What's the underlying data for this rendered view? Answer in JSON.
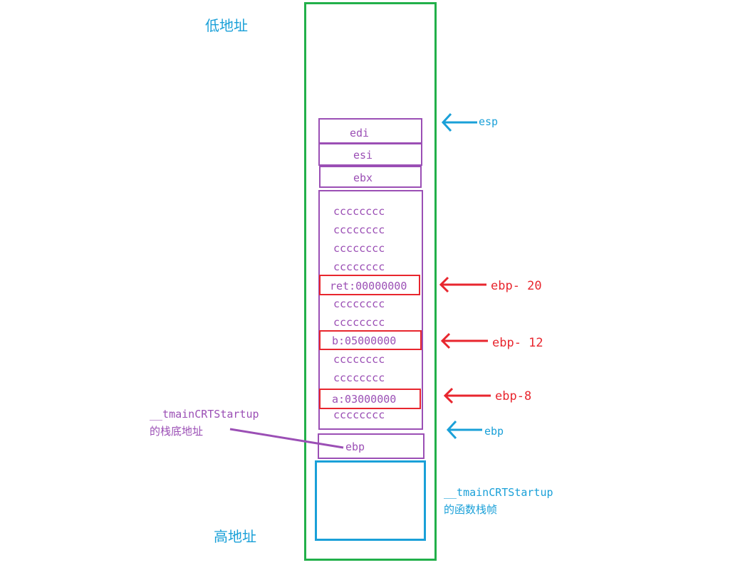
{
  "labels": {
    "low_address": "低地址",
    "high_address": "高地址"
  },
  "registers": {
    "edi": "edi",
    "esi": "esi",
    "ebx": "ebx"
  },
  "stack_cells": [
    "cccccccc",
    "cccccccc",
    "cccccccc",
    "cccccccc",
    "ret:00000000",
    "cccccccc",
    "cccccccc",
    "b:05000000",
    "cccccccc",
    "cccccccc",
    "a:03000000",
    "cccccccc"
  ],
  "ebp_box": "ebp",
  "pointers": {
    "esp": "esp",
    "ebp_minus_20": "ebp- 20",
    "ebp_minus_12": "ebp- 12",
    "ebp_minus_8": "ebp-8",
    "ebp": "ebp"
  },
  "annotations": {
    "base_line1": "__tmainCRTStartup",
    "base_line2": "的栈底地址",
    "frame_line1": "__tmainCRTStartup",
    "frame_line2": "的函数栈帧"
  },
  "colors": {
    "green": "#22b04a",
    "purple": "#9b4fb5",
    "red": "#e8262e",
    "blue": "#1aa0d8"
  }
}
